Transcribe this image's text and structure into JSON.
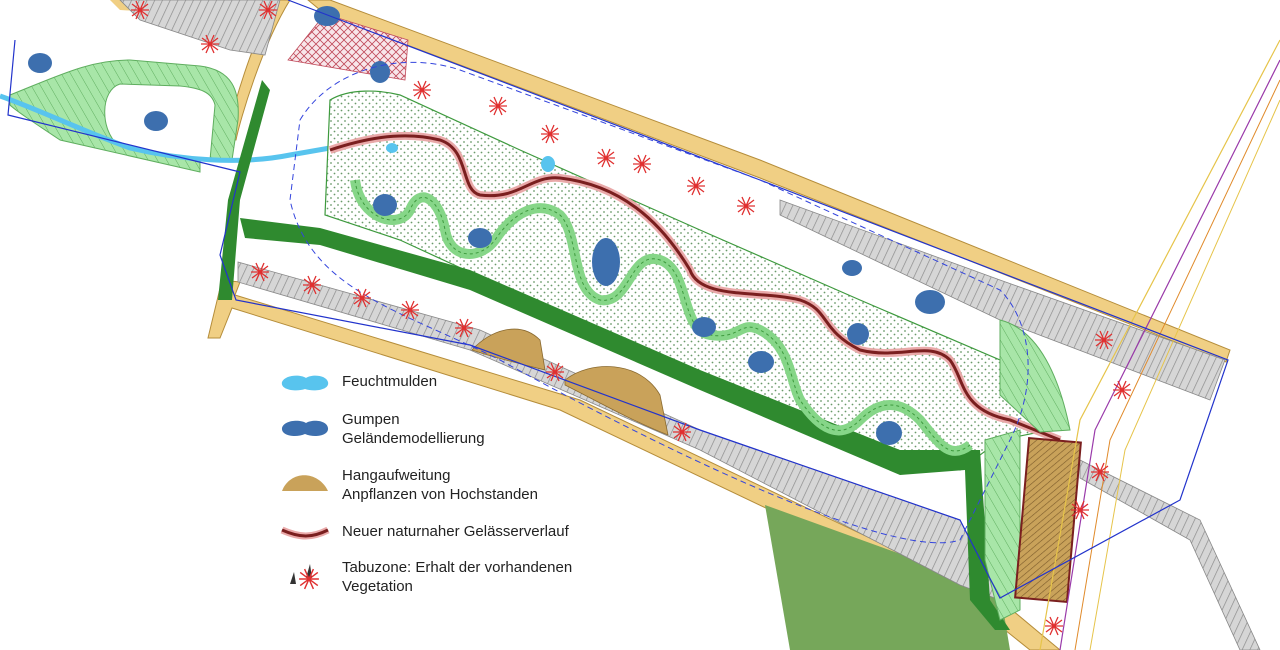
{
  "colors": {
    "wetland": "#58c4ee",
    "pool": "#3d6fae",
    "slope": "#c9a25a",
    "riverbed": "#7a1f1f",
    "riverbank_light": "#e9a9a9",
    "road": "#f0cf84",
    "meadow_green": "#9fe3a1",
    "dark_green": "#2f8a2f",
    "field_green": "#76a75a",
    "hatch_grey": "#b7b7b7",
    "taboo_red": "#e03030",
    "boundary_blue": "#2233cc"
  },
  "legend": {
    "wetland": {
      "icon": "light-blue-blob-icon",
      "label": "Feuchtmulden"
    },
    "pool": {
      "icon": "dark-blue-blob-icon",
      "label1": "Gumpen",
      "label2": "Geländemodellierung"
    },
    "slope": {
      "icon": "brown-mound-icon",
      "label1": "Hangaufweitung",
      "label2": "Anpflanzen von Hochstanden"
    },
    "river": {
      "icon": "red-river-line-icon",
      "label": "Neuer naturnaher Gelässerverlauf"
    },
    "taboo": {
      "icon": "tree-and-crosshatch-icon",
      "label1": "Tabuzone: Erhalt der vorhandenen",
      "label2": "Vegetation"
    }
  }
}
